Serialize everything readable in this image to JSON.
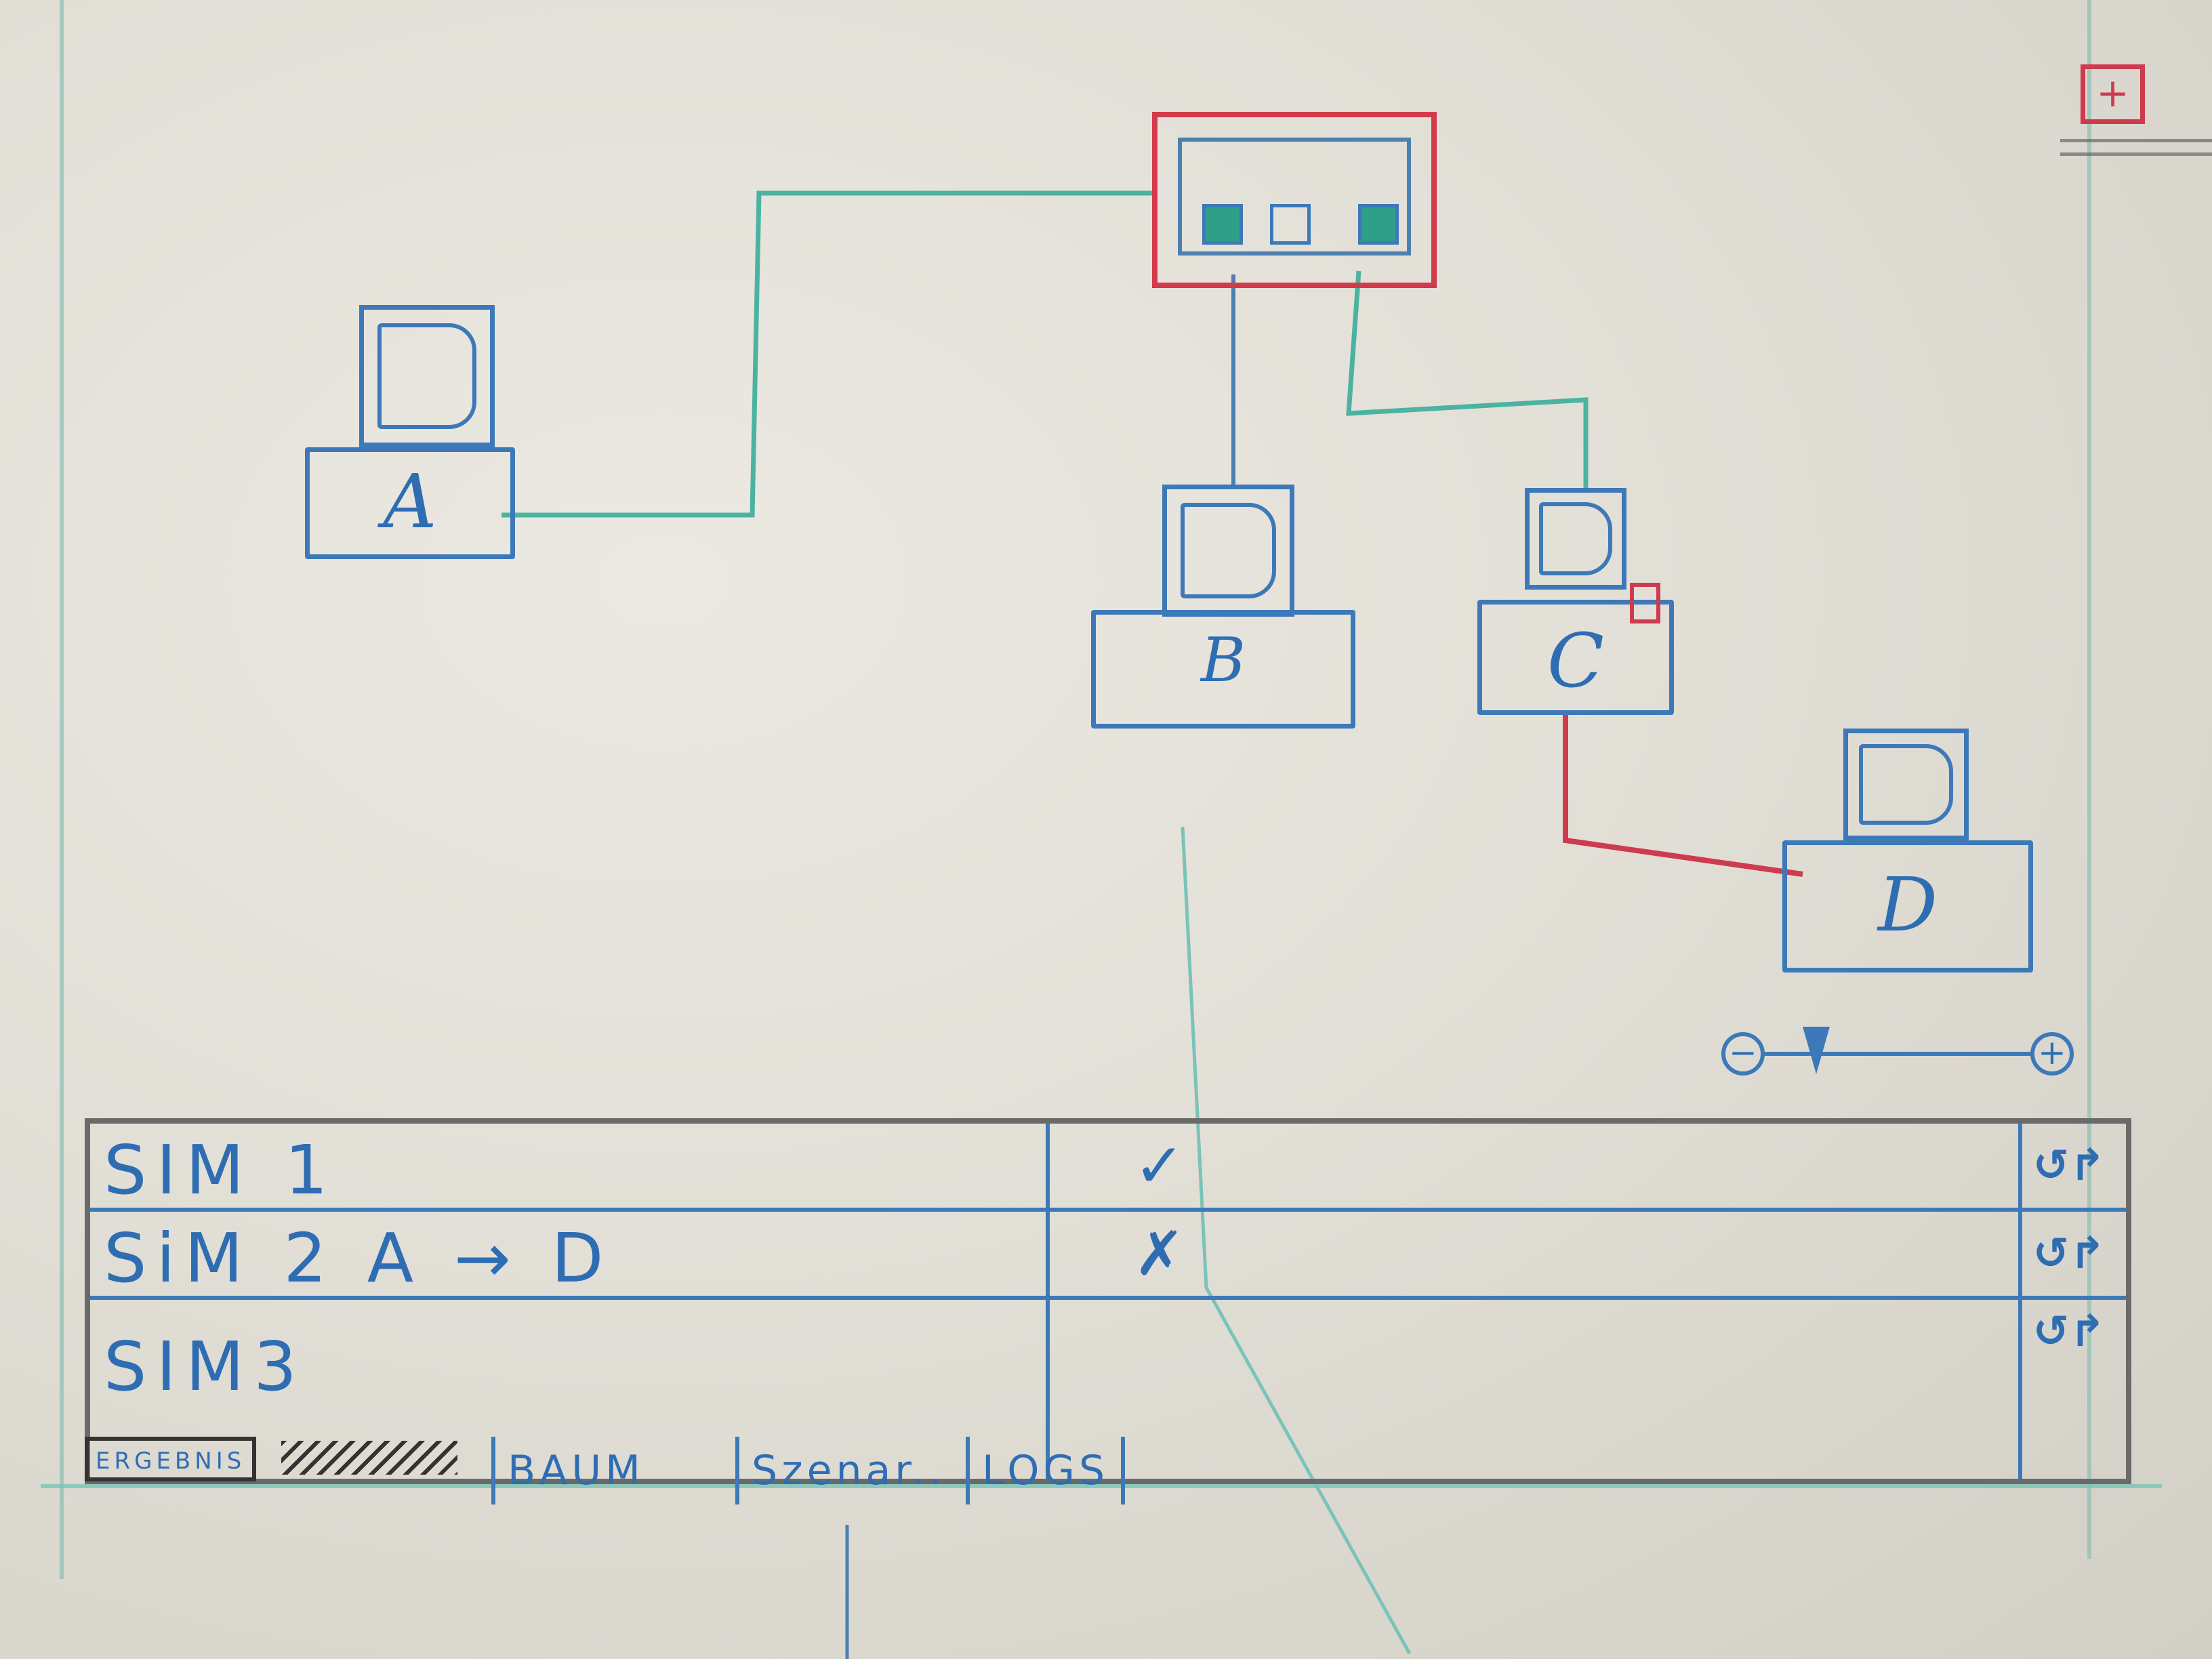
{
  "network": {
    "nodes": [
      {
        "id": "A",
        "label": "A"
      },
      {
        "id": "B",
        "label": "B"
      },
      {
        "id": "C",
        "label": "C"
      },
      {
        "id": "D",
        "label": "D"
      }
    ]
  },
  "toolbar": {
    "top_right_button": "+"
  },
  "zoom": {
    "minus": "−",
    "plus": "+",
    "level": 0.2
  },
  "simulations": [
    {
      "name": "SIM 1",
      "status": "✓",
      "action": "↺↱"
    },
    {
      "name": "SiM 2   A → D",
      "status": "✗",
      "action": "↺↱"
    },
    {
      "name": "SIM3",
      "status": "",
      "action": "↺↱"
    }
  ],
  "tabs": [
    {
      "label": "ERGEBNIS"
    },
    {
      "label": "BAUM"
    },
    {
      "label": "Szenar.."
    },
    {
      "label": "LOGS"
    }
  ],
  "colors": {
    "ink_blue": "#3d79b8",
    "ink_green": "#2f9f87",
    "ink_red": "#d33a4c",
    "board": "#e2dfd7"
  }
}
